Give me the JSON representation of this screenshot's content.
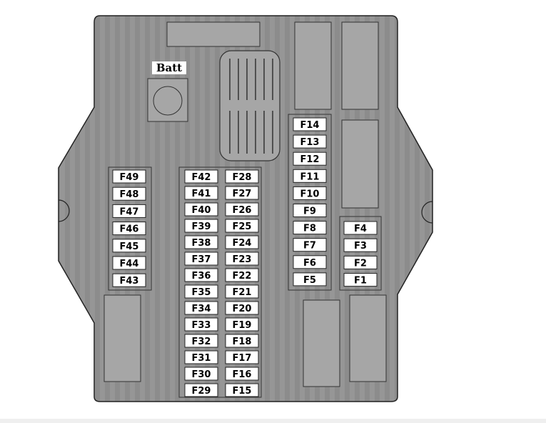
{
  "battery": {
    "label": "Batt"
  },
  "fuses": {
    "column_left": [
      "F49",
      "F48",
      "F47",
      "F46",
      "F45",
      "F44",
      "F43"
    ],
    "column_mid_a": [
      "F42",
      "F41",
      "F40",
      "F39",
      "F38",
      "F37",
      "F36",
      "F35",
      "F34",
      "F33",
      "F32",
      "F31",
      "F30",
      "F29"
    ],
    "column_mid_b": [
      "F28",
      "F27",
      "F26",
      "F25",
      "F24",
      "F23",
      "F22",
      "F21",
      "F20",
      "F19",
      "F18",
      "F17",
      "F16",
      "F15"
    ],
    "column_right_a": [
      "F14",
      "F13",
      "F12",
      "F11",
      "F10",
      "F9",
      "F8",
      "F7",
      "F6",
      "F5"
    ],
    "column_right_b": [
      "F4",
      "F3",
      "F2",
      "F1"
    ]
  },
  "colors": {
    "housing": "#8c8c8c",
    "housing_stripe": "#999999",
    "relay": "#a6a6a6",
    "fuse_face": "#ffffff",
    "outline": "#222222"
  }
}
